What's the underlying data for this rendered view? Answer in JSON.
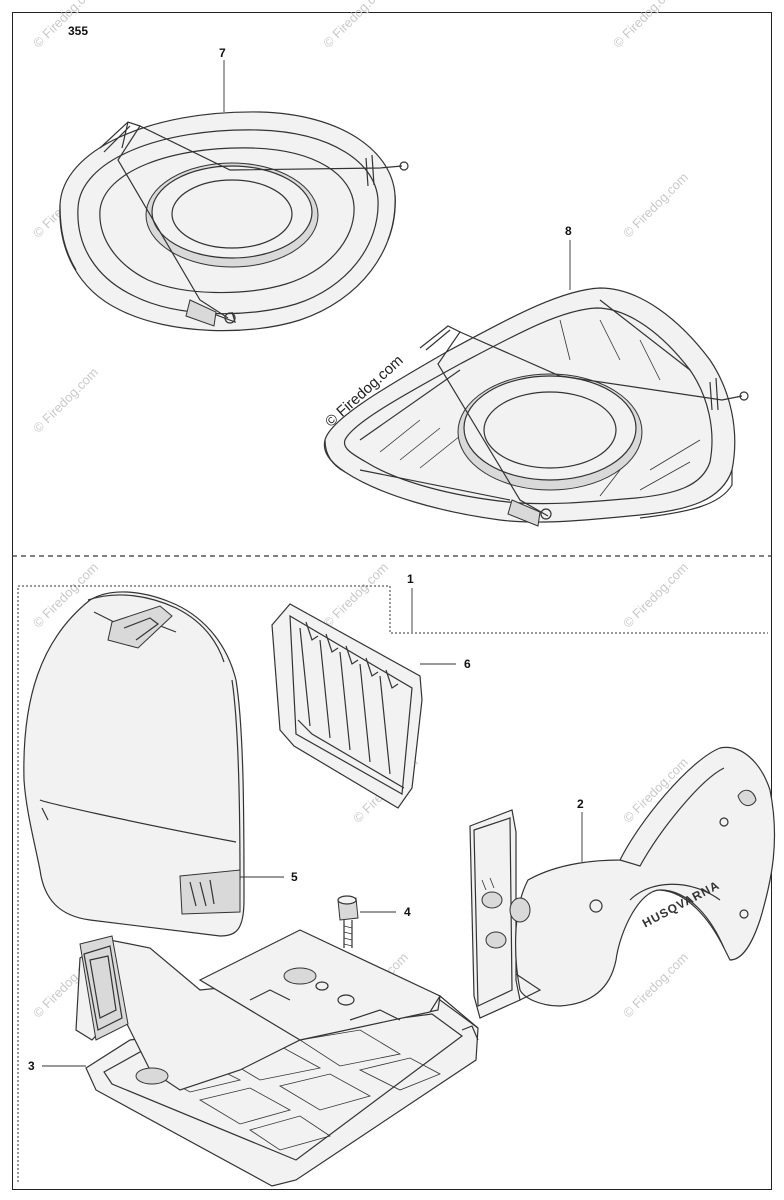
{
  "page_number": "355",
  "watermark": "© Firedog.com",
  "watermark_main": "© Firedog.com",
  "callouts": {
    "c1": "1",
    "c2": "2",
    "c3": "3",
    "c4": "4",
    "c5": "5",
    "c6": "6",
    "c7": "7",
    "c8": "8"
  },
  "brand_text": "HUSQVARNA"
}
